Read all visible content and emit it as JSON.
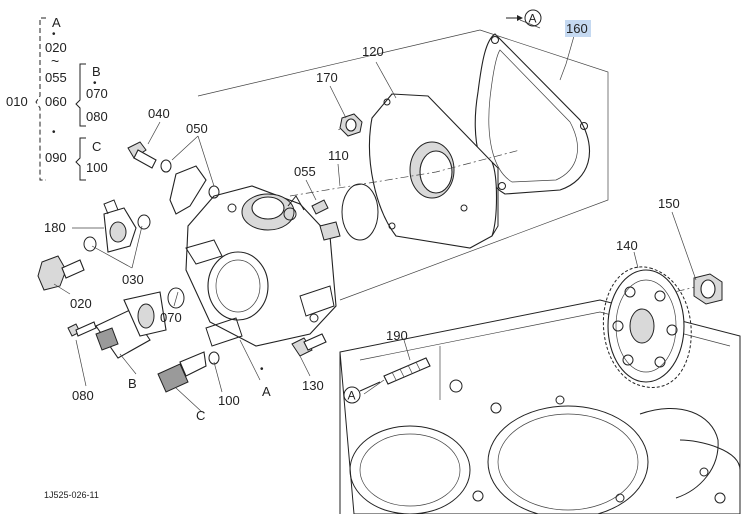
{
  "figure_code": "1J525-026-11",
  "bracket": {
    "top_letter": "A",
    "assembly_number": "010",
    "items": [
      "020",
      "055",
      "060",
      "090"
    ],
    "sub_b": {
      "letter": "B",
      "items": [
        "070",
        "080"
      ]
    },
    "sub_c": {
      "letter": "C",
      "items": [
        "100"
      ]
    },
    "range_glyph": "~",
    "dot_glyph": "•"
  },
  "callouts": [
    {
      "id": "160",
      "label": "160",
      "highlighted": true
    },
    {
      "id": "120",
      "label": "120"
    },
    {
      "id": "170",
      "label": "170"
    },
    {
      "id": "110",
      "label": "110"
    },
    {
      "id": "040",
      "label": "040"
    },
    {
      "id": "050",
      "label": "050"
    },
    {
      "id": "055",
      "label": "055"
    },
    {
      "id": "180",
      "label": "180"
    },
    {
      "id": "030",
      "label": "030"
    },
    {
      "id": "020",
      "label": "020"
    },
    {
      "id": "070",
      "label": "070"
    },
    {
      "id": "080",
      "label": "080"
    },
    {
      "id": "100",
      "label": "100"
    },
    {
      "id": "130",
      "label": "130"
    },
    {
      "id": "190",
      "label": "190"
    },
    {
      "id": "150",
      "label": "150"
    },
    {
      "id": "140",
      "label": "140"
    }
  ],
  "reference_letters": {
    "a_top": "A",
    "a_pump": "A",
    "a_bottom": "A",
    "b": "B",
    "c": "C"
  },
  "colors": {
    "highlight": "#c5d9f1",
    "line": "#222222"
  }
}
